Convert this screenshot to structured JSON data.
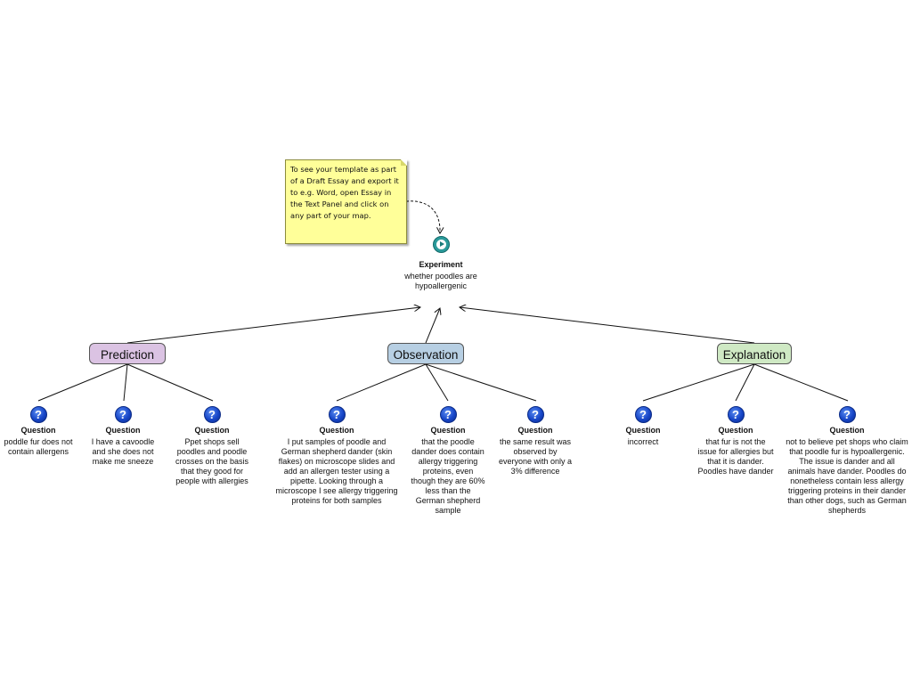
{
  "note": {
    "text": "To see your template as part of a Draft Essay and export it to e.g. Word, open Essay in the Text Panel and click on any part of your map."
  },
  "experiment": {
    "icon": "experiment-icon",
    "title": "Experiment",
    "text": "whether poodles are hypoallergenic"
  },
  "categories": {
    "prediction": {
      "label": "Prediction",
      "color": "#dbc3e3"
    },
    "observation": {
      "label": "Observation",
      "color": "#b7cfe3"
    },
    "explanation": {
      "label": "Explanation",
      "color": "#cfe9c4"
    }
  },
  "question_icon": "?",
  "questions": {
    "p1": {
      "title": "Question",
      "text": "poddle fur does not contain allergens"
    },
    "p2": {
      "title": "Question",
      "text": "I have a cavoodle and she does not make me sneeze"
    },
    "p3": {
      "title": "Question",
      "text": "Ppet shops sell poodles and poodle crosses on the basis that they good for people with allergies"
    },
    "o1": {
      "title": "Question",
      "text": "I put samples of poodle and German shepherd dander (skin flakes) on microscope slides and add an allergen tester using a pipette. Looking through a microscope I see allergy triggering proteins for both samples"
    },
    "o2": {
      "title": "Question",
      "text": "that the poodle dander does contain allergy triggering proteins, even though they are 60% less than the German shepherd sample"
    },
    "o3": {
      "title": "Question",
      "text": "the same result was observed by everyone with only a 3% difference"
    },
    "e1": {
      "title": "Question",
      "text": "incorrect"
    },
    "e2": {
      "title": "Question",
      "text": "that fur is not the issue for allergies but that it is dander. Poodles have dander"
    },
    "e3": {
      "title": "Question",
      "text": "not to believe pet shops who claim that poodle fur is hypoallergenic. The issue is dander and all animals have dander. Poodles do nonetheless contain less allergy triggering proteins in their dander than other dogs, such as German shepherds"
    }
  }
}
